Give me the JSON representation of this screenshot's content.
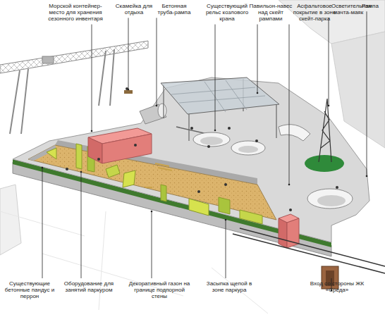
{
  "diagram": {
    "labels": [
      "Морской контейнер- место для хранения сезонного инвентаря",
      "Скамейка для отдыха",
      "Бетонная труба-рампа",
      "Существующий рельс козлового крана",
      "Павильон-навес над скейт рампами",
      "Асфальтовое покрытие в зоне скейт-парка",
      "Осветительная мачта-маяк",
      "Рампа",
      "Существующие бетонные пандус и перрон",
      "Оборудование для занятий паркуром",
      "Декоративный газон на границе подпорной стены",
      "Засыпка щепой в зоне паркура",
      "Вход со стороны ЖК «Среда»"
    ]
  }
}
